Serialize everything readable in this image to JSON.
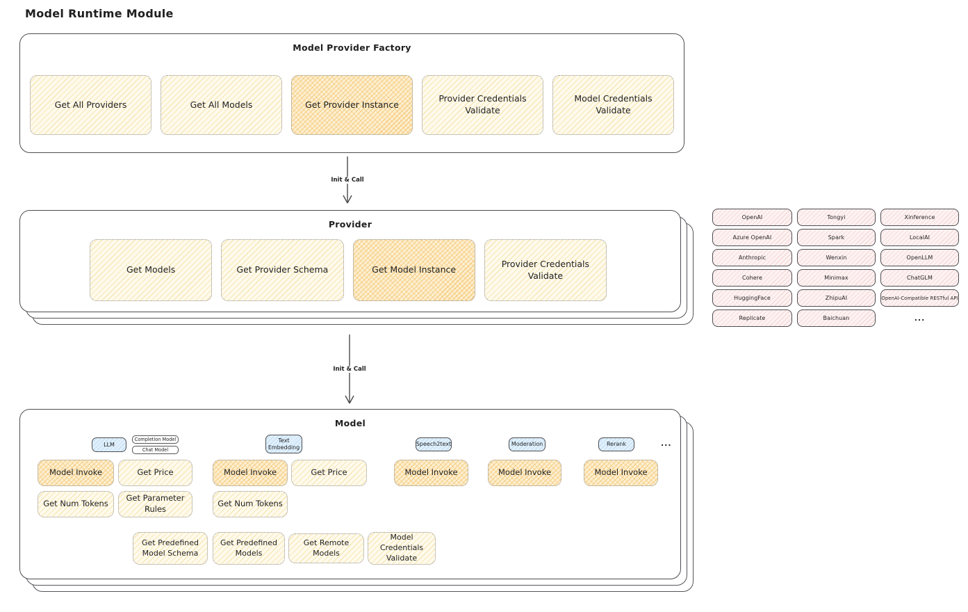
{
  "page_title": "Model Runtime Module",
  "colors": {
    "highlight_fill": "#f6c46e",
    "yellow_fill": "#fdf6df",
    "blue_tag_fill": "#dcecf9",
    "provider_pink_fill": "#fcecec",
    "border_dark": "#4d4d52",
    "text": "#1f1f1f"
  },
  "factory": {
    "title": "Model Provider Factory",
    "buttons": [
      {
        "label": "Get All Providers",
        "highlighted": false
      },
      {
        "label": "Get All Models",
        "highlighted": false
      },
      {
        "label": "Get Provider Instance",
        "highlighted": true
      },
      {
        "label": "Provider Credentials Validate",
        "highlighted": false
      },
      {
        "label": "Model Credentials Validate",
        "highlighted": false
      }
    ]
  },
  "arrow1": {
    "label": "Init & Call"
  },
  "provider": {
    "title": "Provider",
    "buttons": [
      {
        "label": "Get Models",
        "highlighted": false
      },
      {
        "label": "Get Provider Schema",
        "highlighted": false
      },
      {
        "label": "Get Model Instance",
        "highlighted": true
      },
      {
        "label": "Provider Credentials Validate",
        "highlighted": false
      }
    ]
  },
  "arrow2": {
    "label": "Init & Call"
  },
  "providers_grid": {
    "rows": [
      [
        "OpenAI",
        "Tongyi",
        "Xinference"
      ],
      [
        "Azure OpenAI",
        "Spark",
        "LocalAI"
      ],
      [
        "Anthropic",
        "Wenxin",
        "OpenLLM"
      ],
      [
        "Cohere",
        "Minimax",
        "ChatGLM"
      ],
      [
        "HuggingFace",
        "ZhipuAI",
        "OpenAI-Compatible RESTful API"
      ],
      [
        "Replicate",
        "Baichuan"
      ]
    ],
    "ellipsis": "..."
  },
  "model": {
    "title": "Model",
    "ellipsis": "...",
    "groups": [
      {
        "tag": "LLM",
        "subtags": [
          "Completion Model",
          "Chat Model"
        ],
        "buttons": [
          "Model Invoke",
          "Get Price",
          "Get Num Tokens",
          "Get Parameter Rules"
        ]
      },
      {
        "tag": "Text Embedding",
        "buttons": [
          "Model Invoke",
          "Get Price",
          "Get Num Tokens"
        ]
      },
      {
        "tag": "Speech2text",
        "buttons": [
          "Model Invoke"
        ]
      },
      {
        "tag": "Moderation",
        "buttons": [
          "Model Invoke"
        ]
      },
      {
        "tag": "Rerank",
        "buttons": [
          "Model Invoke"
        ]
      }
    ],
    "bottom_buttons": [
      "Get Predefined Model Schema",
      "Get Predefined Models",
      "Get Remote Models",
      "Model Credentials Validate"
    ]
  }
}
